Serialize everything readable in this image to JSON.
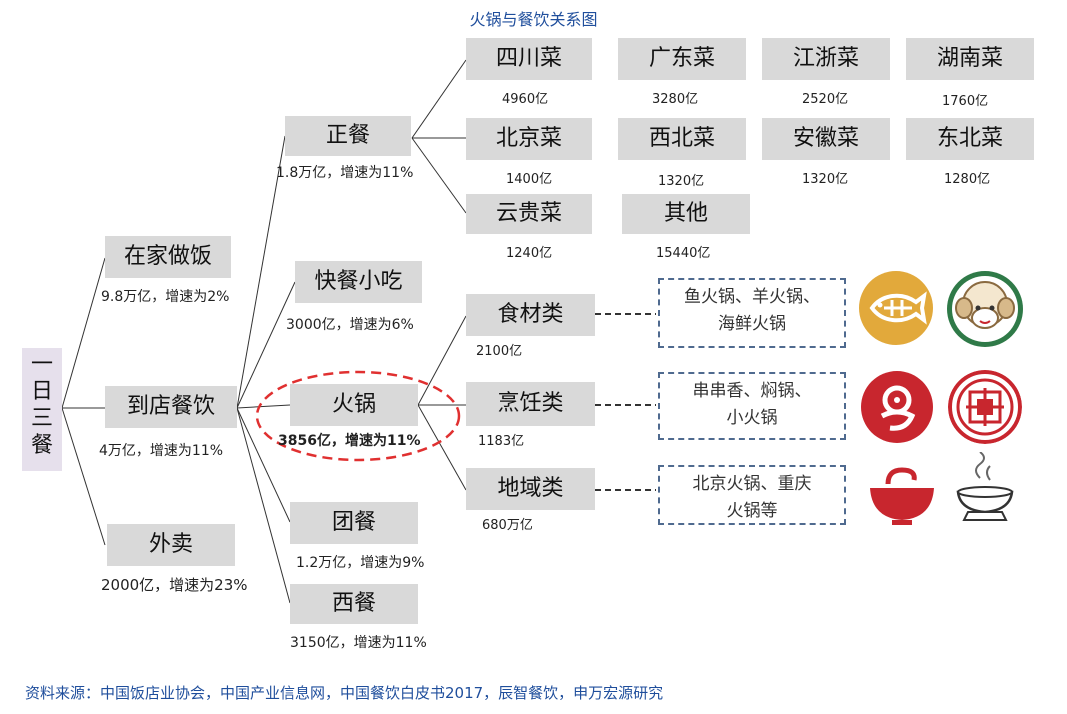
{
  "title": "火锅与餐饮关系图",
  "root": {
    "chars": [
      "一",
      "日",
      "三",
      "餐"
    ]
  },
  "level1": {
    "home": {
      "label": "在家做饭",
      "stat": "9.8万亿，增速为2%"
    },
    "dine": {
      "label": "到店餐饮",
      "stat": "4万亿，增速为11%"
    },
    "takeout": {
      "label": "外卖",
      "stat": "2000亿，增速为23%"
    }
  },
  "level2": {
    "formal": {
      "label": "正餐",
      "stat": "1.8万亿，增速为11%"
    },
    "snack": {
      "label": "快餐小吃",
      "stat": "3000亿，增速为6%"
    },
    "hotpot": {
      "label": "火锅",
      "stat": "3856亿，增速为11%"
    },
    "group": {
      "label": "团餐",
      "stat": "1.2万亿，增速为9%"
    },
    "western": {
      "label": "西餐",
      "stat": "3150亿，增速为11%"
    }
  },
  "cuisines": [
    {
      "label": "四川菜",
      "value": "4960亿"
    },
    {
      "label": "广东菜",
      "value": "3280亿"
    },
    {
      "label": "江浙菜",
      "value": "2520亿"
    },
    {
      "label": "湖南菜",
      "value": "1760亿"
    },
    {
      "label": "北京菜",
      "value": "1400亿"
    },
    {
      "label": "西北菜",
      "value": "1320亿"
    },
    {
      "label": "安徽菜",
      "value": "1320亿"
    },
    {
      "label": "东北菜",
      "value": "1280亿"
    },
    {
      "label": "云贵菜",
      "value": "1240亿"
    },
    {
      "label": "其他",
      "value": "15440亿"
    }
  ],
  "hotpot_types": [
    {
      "label": "食材类",
      "value": "2100亿",
      "examples": [
        "鱼火锅、羊火锅、",
        "海鲜火锅"
      ]
    },
    {
      "label": "烹饪类",
      "value": "1183亿",
      "examples": [
        "串串香、焖锅、",
        "小火锅"
      ]
    },
    {
      "label": "地域类",
      "value": "680万亿",
      "examples": [
        "北京火锅、重庆",
        "火锅等"
      ]
    }
  ],
  "colors": {
    "box": "#d9d9d9",
    "accent": "#1f4e9c",
    "highlight": "#e03030",
    "dash": "#4f6a8f",
    "logo_red": "#c8262e",
    "logo_gold": "#e2a93b"
  },
  "source": "资料来源：中国饭店业协会，中国产业信息网，中国餐饮白皮书2017，辰智餐饮，申万宏源研究"
}
